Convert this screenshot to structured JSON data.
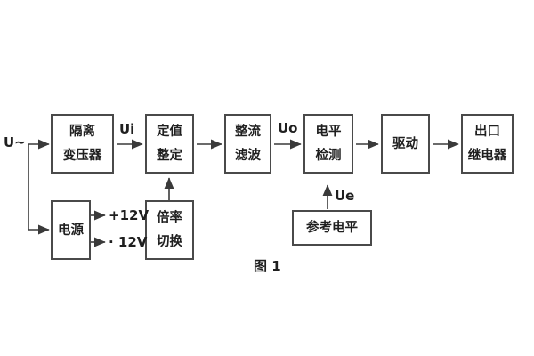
{
  "diagram": {
    "caption": "图 1",
    "input_label": "U~",
    "signal_labels": {
      "ui": "Ui",
      "uo": "Uo",
      "ue": "Ue"
    },
    "power_labels": {
      "positive": "+12V",
      "negative": "· 12V"
    },
    "blocks": {
      "isolation_transformer": {
        "line1": "隔离",
        "line2": "变压器"
      },
      "setting_adjust": {
        "line1": "定值",
        "line2": "整定"
      },
      "rectifier_filter": {
        "line1": "整流",
        "line2": "滤波"
      },
      "level_detection": {
        "line1": "电平",
        "line2": "检测"
      },
      "drive": {
        "line1": "驱动"
      },
      "output_relay": {
        "line1": "出口",
        "line2": "继电器"
      },
      "power_supply": {
        "line1": "电源"
      },
      "ratio_switch": {
        "line1": "倍率",
        "line2": "切换"
      },
      "reference_level": {
        "line1": "参考电平"
      }
    },
    "colors": {
      "line": "#3a3a3a",
      "border": "#4a4a4a",
      "text": "#1f1f1f",
      "background": "#ffffff"
    }
  }
}
